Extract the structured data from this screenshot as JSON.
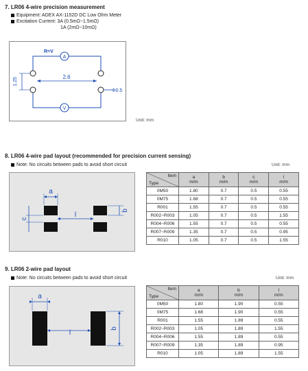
{
  "section7": {
    "title": "7. LR06   4-wire precision measurement",
    "lines": [
      "Equipment: ADEX AX-1152D DC Low Ohm Meter",
      "Excitation Current: 3A (0.5mΩ~1.5mΩ)",
      "1A (2mΩ~10mΩ)"
    ],
    "diagram": {
      "r_label": "R=V",
      "a_label": "A",
      "dim_26": "2.6",
      "dim_125": "1.25",
      "phi": "Φ0.5",
      "v_label": "V"
    },
    "unit": "Unit: mm"
  },
  "section8": {
    "title": "8. LR06   4-wire pad layout (recommended for precision current sensing)",
    "note": "Note: No circuits between pads to avoid short circuit",
    "unit": "Unit: mm",
    "labels": {
      "a": "a",
      "b": "b",
      "c": "c",
      "l": "l"
    },
    "header": {
      "item": "Item",
      "type": "Type",
      "cols": [
        {
          "name": "a",
          "unit": "m/m"
        },
        {
          "name": "b",
          "unit": "m/m"
        },
        {
          "name": "c",
          "unit": "m/m"
        },
        {
          "name": "l",
          "unit": "m/m"
        }
      ]
    },
    "rows": [
      [
        "0M50",
        "1.80",
        "0.7",
        "0.5",
        "0.55"
      ],
      [
        "0M75",
        "1.68",
        "0.7",
        "0.5",
        "0.55"
      ],
      [
        "R001",
        "1.55",
        "0.7",
        "0.5",
        "0.55"
      ],
      [
        "R002~R003",
        "1.05",
        "0.7",
        "0.5",
        "1.55"
      ],
      [
        "R004~R006",
        "1.55",
        "0.7",
        "0.5",
        "0.55"
      ],
      [
        "R007~R009",
        "1.35",
        "0.7",
        "0.5",
        "0.95"
      ],
      [
        "R010",
        "1.05",
        "0.7",
        "0.5",
        "1.55"
      ]
    ]
  },
  "section9": {
    "title": "9. LR06   2-wire pad layout",
    "note": "Note: No circuits between pads to avoid short circuit",
    "unit": "Unit: mm",
    "labels": {
      "a": "a",
      "b": "b",
      "l": "l"
    },
    "header": {
      "item": "Item",
      "type": "Type",
      "cols": [
        {
          "name": "a",
          "unit": "m/m"
        },
        {
          "name": "b",
          "unit": "m/m"
        },
        {
          "name": "l",
          "unit": "m/m"
        }
      ]
    },
    "rows": [
      [
        "0M50",
        "1.80",
        "1.90",
        "0.55"
      ],
      [
        "0M75",
        "1.68",
        "1.90",
        "0.55"
      ],
      [
        "R001",
        "1.55",
        "1.89",
        "0.55"
      ],
      [
        "R002~R003",
        "1.05",
        "1.89",
        "1.55"
      ],
      [
        "R004~R006",
        "1.55",
        "1.89",
        "0.55"
      ],
      [
        "R007~R009",
        "1.35",
        "1.89",
        "0.95"
      ],
      [
        "R010",
        "1.05",
        "1.89",
        "1.55"
      ]
    ]
  }
}
